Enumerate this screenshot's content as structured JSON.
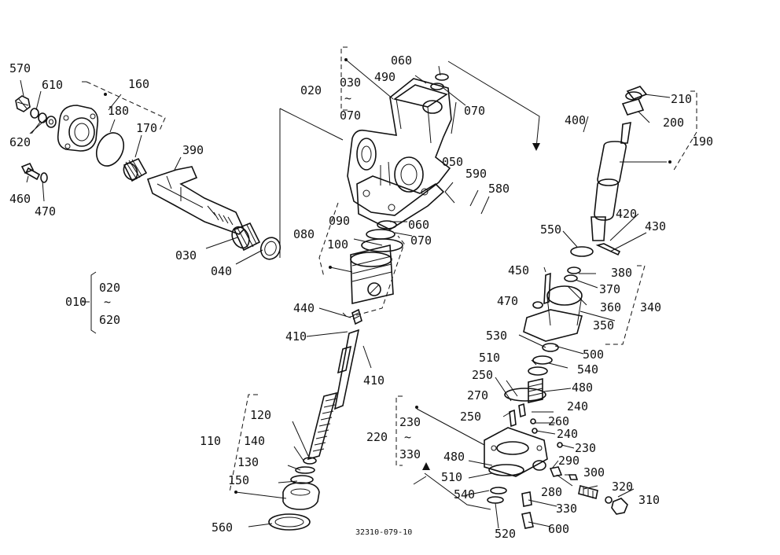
{
  "drawing_number": "32310-079-10",
  "labels": {
    "p570": "570",
    "p610": "610",
    "p620a": "620",
    "p160": "160",
    "p180": "180",
    "p170": "170",
    "p390": "390",
    "p460": "460",
    "p470a": "470",
    "p030a": "030",
    "p040": "040",
    "p010": "010",
    "p020a": "020",
    "p620b": "620",
    "tilde": "~",
    "p020b": "020",
    "p030b": "030",
    "p070a": "070",
    "p060a": "060",
    "p490": "490",
    "p070b": "070",
    "p050": "050",
    "p590": "590",
    "p580": "580",
    "p090": "090",
    "p060b": "060",
    "p080": "080",
    "p100": "100",
    "p070c": "070",
    "p440": "440",
    "p410a": "410",
    "p410b": "410",
    "p120": "120",
    "p110": "110",
    "p140": "140",
    "p130": "130",
    "p150": "150",
    "p560": "560",
    "p210": "210",
    "p200": "200",
    "p190": "190",
    "p400": "400",
    "p420": "420",
    "p430": "430",
    "p550": "550",
    "p450": "450",
    "p380": "380",
    "p370": "370",
    "p470b": "470",
    "p360": "360",
    "p340": "340",
    "p350": "350",
    "p530": "530",
    "p500": "500",
    "p510a": "510",
    "p540a": "540",
    "p250a": "250",
    "p480a": "480",
    "p270": "270",
    "p240a": "240",
    "p250b": "250",
    "p260": "260",
    "p240b": "240",
    "p220": "220",
    "p230a": "230",
    "p330a": "330",
    "p230b": "230",
    "p480b": "480",
    "p290": "290",
    "p300": "300",
    "p510b": "510",
    "p280": "280",
    "p320": "320",
    "p310": "310",
    "p540b": "540",
    "p330b": "330",
    "p600": "600",
    "p520": "520"
  }
}
